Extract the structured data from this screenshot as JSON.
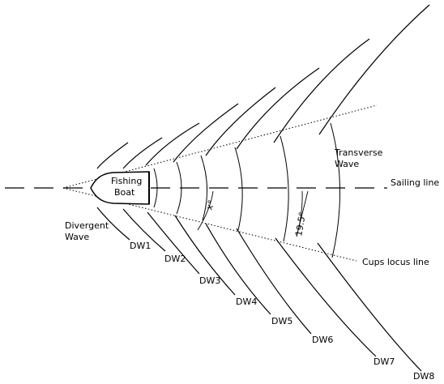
{
  "labels": {
    "fishing_boat": [
      "Fishing",
      "Boat"
    ],
    "divergent_wave": [
      "Divergent",
      "Wave"
    ],
    "transverse_wave": [
      "Transverse",
      "Wave"
    ],
    "sailing_line": "Sailing line",
    "cups_locus_line": "Cups locus line",
    "angle_small": "x°",
    "angle_cusp": "19.5°"
  },
  "divergent_waves": [
    "DW1",
    "DW2",
    "DW3",
    "DW4",
    "DW5",
    "DW6",
    "DW7",
    "DW8"
  ]
}
